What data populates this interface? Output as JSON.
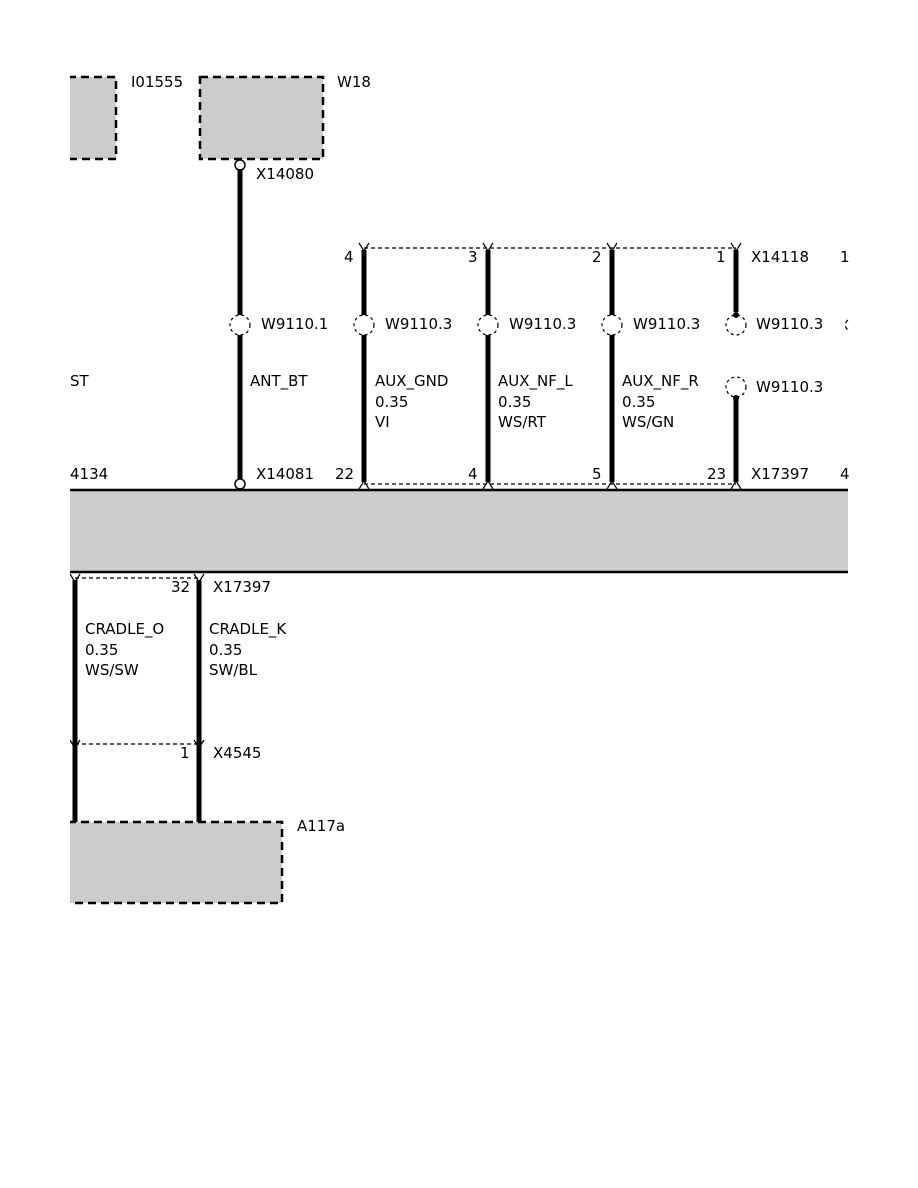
{
  "components": {
    "i01555": "I01555",
    "w18": "W18",
    "a117a": "A117a",
    "left_st": "ST",
    "left_4134": "4134"
  },
  "connectors": {
    "x14080": "X14080",
    "x14081": "X14081",
    "x14118": "X14118",
    "x17397_top": "X17397",
    "x17397_bottom": "X17397",
    "x4545": "X4545"
  },
  "pins": {
    "x14118": [
      "4",
      "3",
      "2",
      "1"
    ],
    "x14118_edge": "1",
    "x17397_top": [
      "22",
      "4",
      "5",
      "23"
    ],
    "x17397_edge": "4",
    "x17397_bottom": "32",
    "x4545": "1"
  },
  "shields": {
    "ant": "W9110.1",
    "aux_gnd": "W9110.3",
    "aux_nf_l": "W9110.3",
    "aux_nf_r": "W9110.3",
    "pin1": "W9110.3",
    "pin1_lower": "W9110.3"
  },
  "wires": {
    "ant_bt": {
      "name": "ANT_BT"
    },
    "aux_gnd": {
      "name": "AUX_GND",
      "size": "0.35",
      "color": "VI"
    },
    "aux_nf_l": {
      "name": "AUX_NF_L",
      "size": "0.35",
      "color": "WS/RT"
    },
    "aux_nf_r": {
      "name": "AUX_NF_R",
      "size": "0.35",
      "color": "WS/GN"
    },
    "cradle_o": {
      "name": "CRADLE_O",
      "size": "0.35",
      "color": "WS/SW"
    },
    "cradle_k": {
      "name": "CRADLE_K",
      "size": "0.35",
      "color": "SW/BL"
    }
  }
}
